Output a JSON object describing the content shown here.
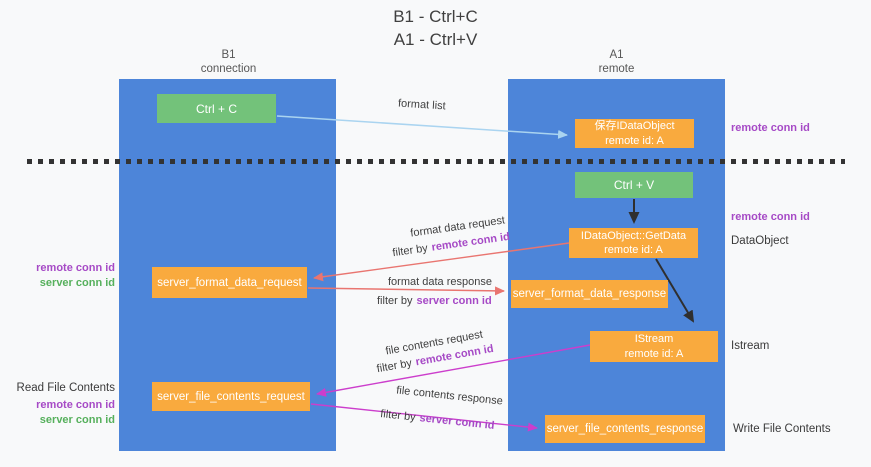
{
  "title": {
    "line1": "B1 - Ctrl+C",
    "line2": "A1 - Ctrl+V"
  },
  "lifelines": {
    "left": {
      "name": "B1",
      "role": "connection"
    },
    "right": {
      "name": "A1",
      "role": "remote"
    }
  },
  "nodes": {
    "ctrl_c": "Ctrl + C",
    "ctrl_v": "Ctrl + V",
    "save_dataobject": {
      "title": "保存IDataObject",
      "subtitle": "remote id: A"
    },
    "getdata": {
      "title": "IDataObject::GetData",
      "subtitle": "remote id: A"
    },
    "istream": {
      "title": "IStream",
      "subtitle": "remote id: A"
    },
    "server_format_data_request": "server_format_data_request",
    "server_format_data_response": "server_format_data_response",
    "server_file_contents_request": "server_file_contents_request",
    "server_file_contents_response": "server_file_contents_response"
  },
  "edges": {
    "format_list": "format list",
    "format_data_request": "format data request",
    "format_data_response": "format data response",
    "file_contents_request": "file contents request",
    "file_contents_response": "file contents response",
    "filter_by": "filter by",
    "remote_conn_id": "remote conn id",
    "server_conn_id": "server conn id"
  },
  "annotations": {
    "remote_conn_id": "remote conn id",
    "server_conn_id": "server conn id",
    "read_file_contents": "Read File Contents",
    "write_file_contents": "Write File Contents",
    "dataobject": "DataObject",
    "istream": "Istream"
  },
  "colors": {
    "lifeline_blue": "#4d85d9",
    "action_green": "#73c27a",
    "message_orange": "#f9aa3e",
    "remote_id_purple": "#a64ac6",
    "server_id_green": "#56b05c",
    "arrow_format_list": "#aad4f0",
    "arrow_format_data": "#e97570",
    "arrow_file_contents": "#cc3ecc",
    "arrow_sequence": "#2f2f2f"
  }
}
